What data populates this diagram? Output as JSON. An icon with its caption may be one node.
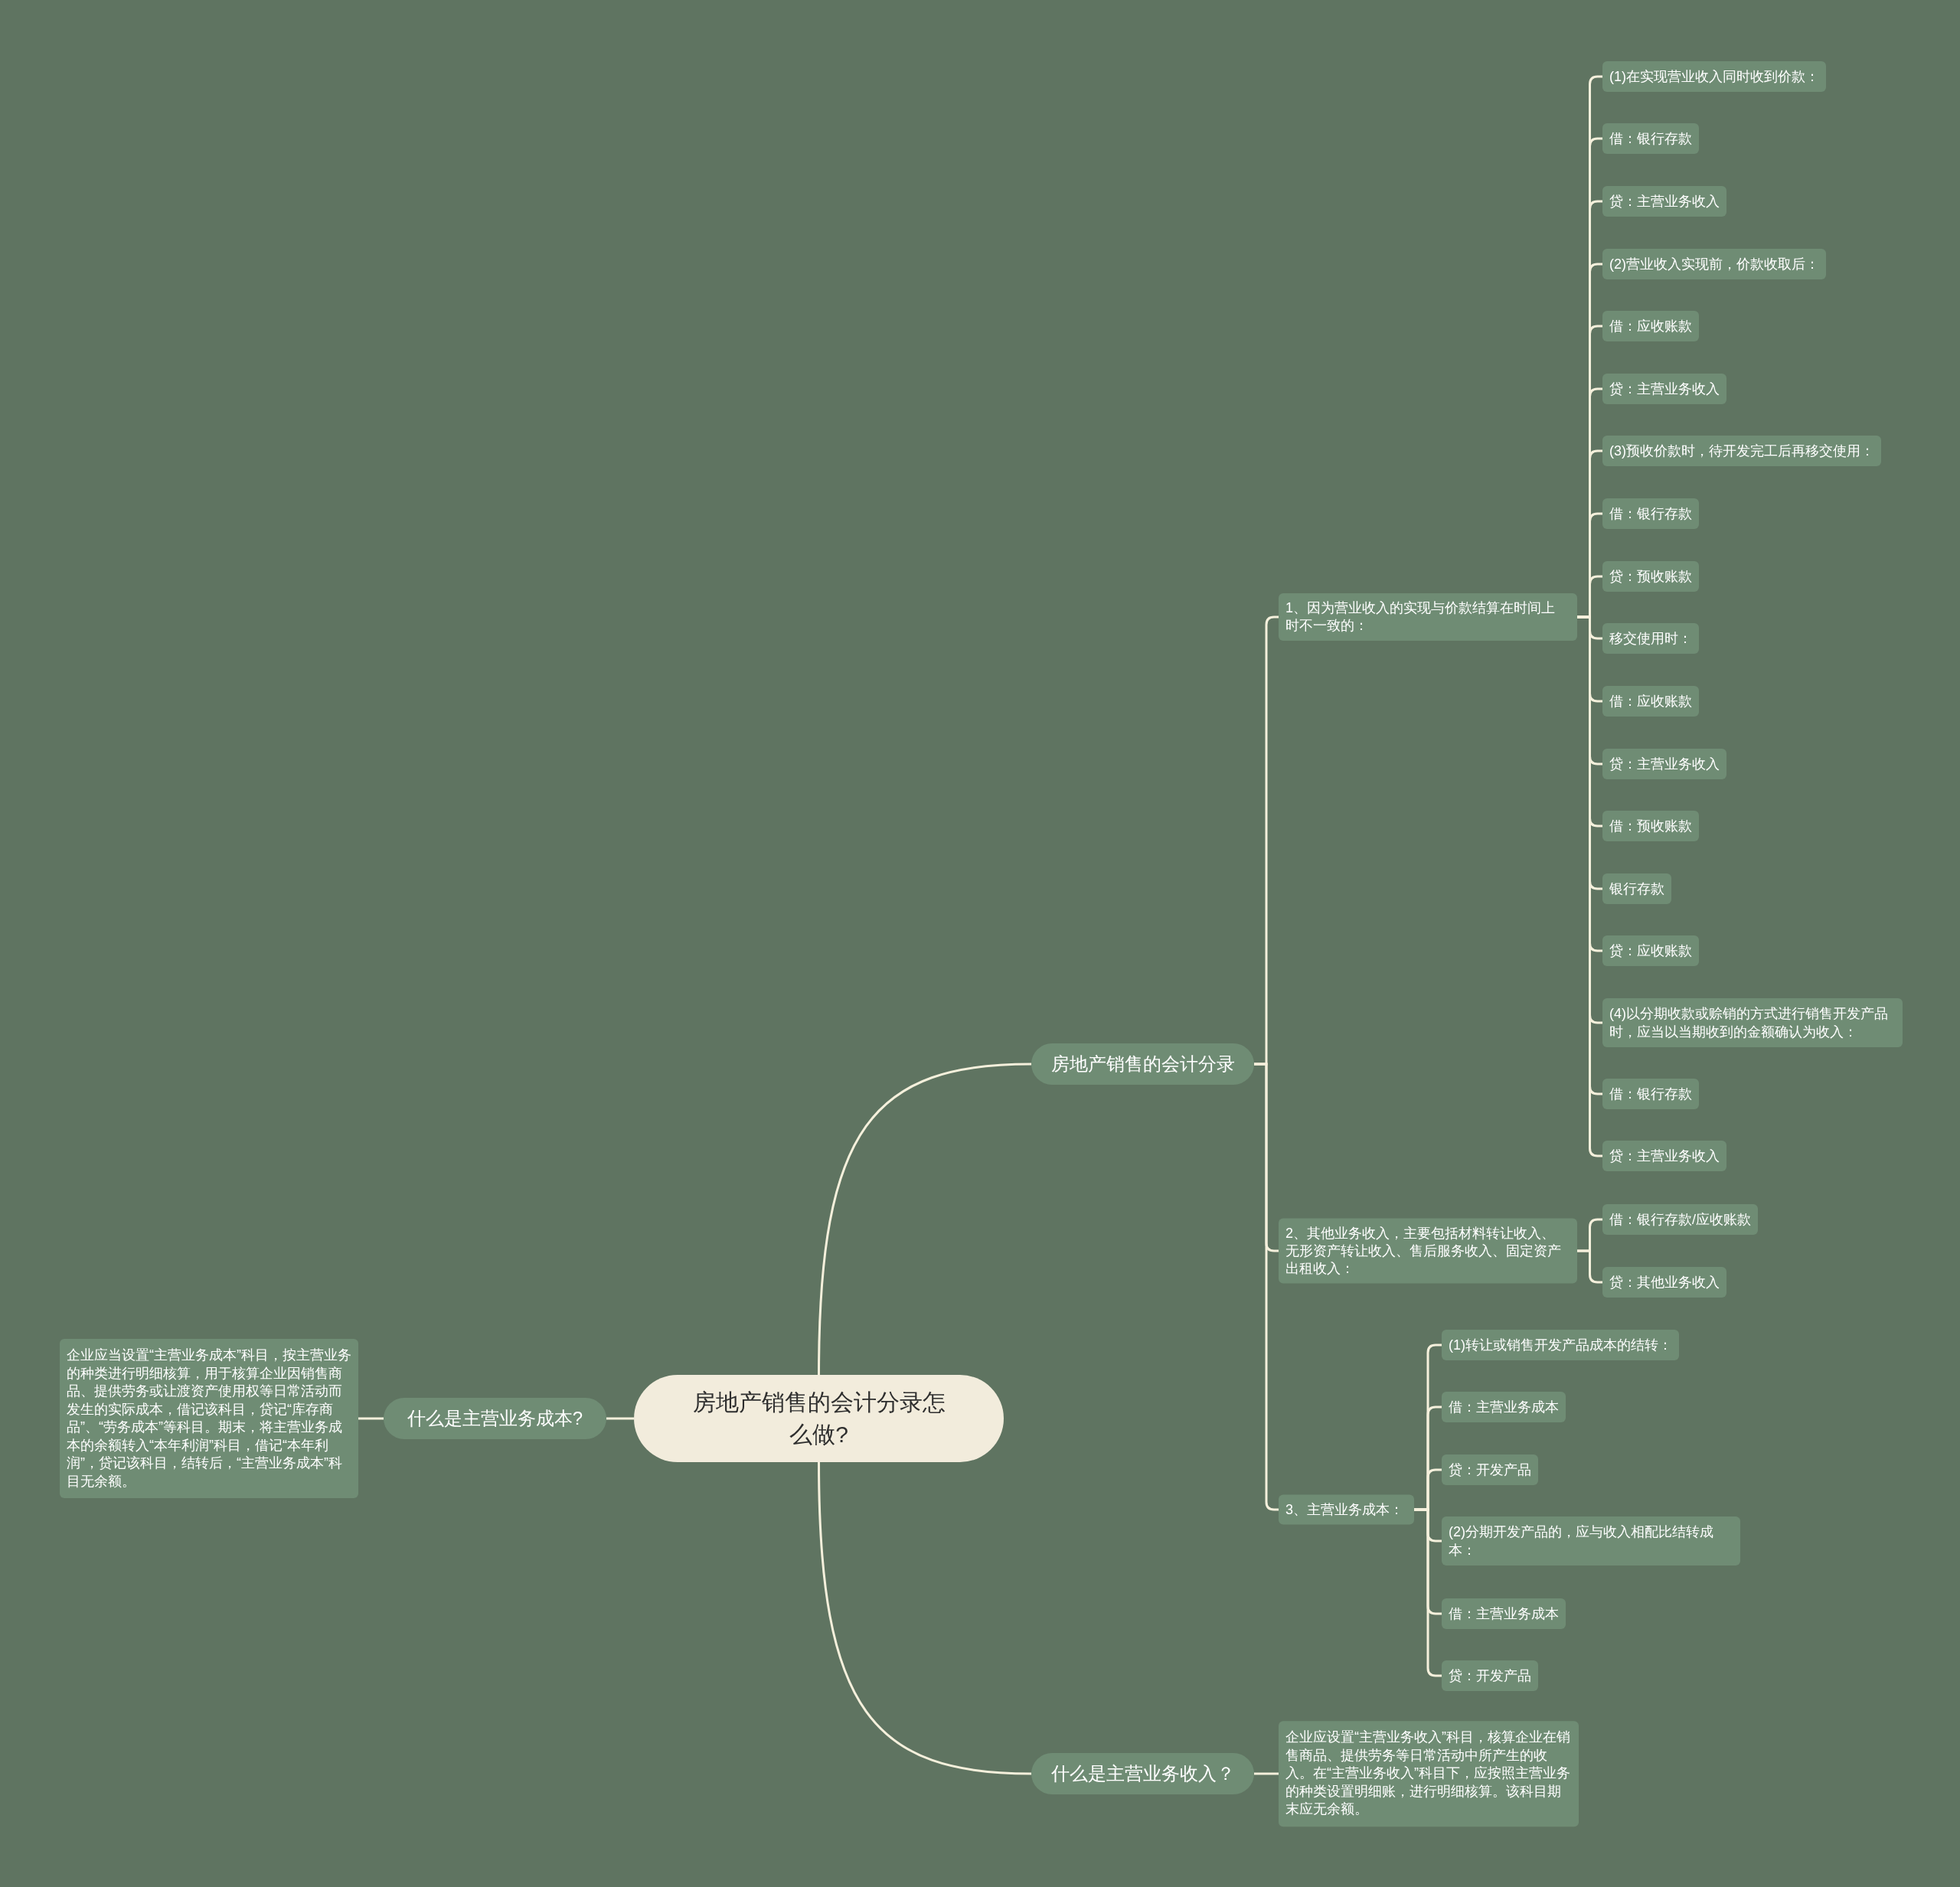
{
  "diagram": {
    "nodes": [
      {
        "text": [
          "房地产销售的会计分录怎么做?"
        ]
      },
      {
        "text": [
          "房地产销售的会计分录"
        ]
      },
      {
        "text": [
          "1、因为营业收入的实现与价款结算在时间上时不一致的："
        ]
      },
      {
        "text": [
          "(1)在实现营业收入同时收到价款："
        ]
      },
      {
        "text": [
          "借：银行存款"
        ]
      },
      {
        "text": [
          "贷：主营业务收入"
        ]
      },
      {
        "text": [
          "(2)营业收入实现前，价款收取后："
        ]
      },
      {
        "text": [
          "借：应收账款"
        ]
      },
      {
        "text": [
          "贷：主营业务收入"
        ]
      },
      {
        "text": [
          "(3)预收价款时，待开发完工后再移交使用："
        ]
      },
      {
        "text": [
          "借：银行存款"
        ]
      },
      {
        "text": [
          "贷：预收账款"
        ]
      },
      {
        "text": [
          "移交使用时："
        ]
      },
      {
        "text": [
          "借：应收账款"
        ]
      },
      {
        "text": [
          "贷：主营业务收入"
        ]
      },
      {
        "text": [
          "借：预收账款"
        ]
      },
      {
        "text": [
          "银行存款"
        ]
      },
      {
        "text": [
          "贷：应收账款"
        ]
      },
      {
        "text": [
          "(4)以分期收款或赊销的方式进行销售开发产品时，应当以当期收到的金额确认为收入："
        ]
      },
      {
        "text": [
          "借：银行存款"
        ]
      },
      {
        "text": [
          "贷：主营业务收入"
        ]
      },
      {
        "text": [
          "2、其他业务收入，主要包括材料转让收入、无形资产转让收入、售后服务收入、固定资产出租收入："
        ]
      },
      {
        "text": [
          "借：银行存款/应收账款"
        ]
      },
      {
        "text": [
          "贷：其他业务收入"
        ]
      },
      {
        "text": [
          "3、主营业务成本："
        ]
      },
      {
        "text": [
          "(1)转让或销售开发产品成本的结转："
        ]
      },
      {
        "text": [
          "借：主营业务成本"
        ]
      },
      {
        "text": [
          "贷：开发产品"
        ]
      },
      {
        "text": [
          "(2)分期开发产品的，应与收入相配比结转成本："
        ]
      },
      {
        "text": [
          "借：主营业务成本"
        ]
      },
      {
        "text": [
          "贷：开发产品"
        ]
      },
      {
        "text": [
          "什么是主营业务收入？"
        ]
      },
      {
        "text": [
          "企业应设置“主营业务收入”科目，核算企业在销售商品、提供劳务等日常活动中所产生的收入。在“主营业务收入”科目下，应按照主营业务的种类设置明细账，进行明细核算。该科目期末应无余额。"
        ]
      },
      {
        "text": [
          "什么是主营业务成本?"
        ]
      },
      {
        "text": [
          "企业应当设置“主营业务成本”科目，按主营业务的种类进行明细核算，用于核算企业因销售商品、提供劳务或让渡资产使用权等日常活动而发生的实际成本，借记该科目，贷记“库存商品”、“劳务成本”等科目。期末，将主营业务成本的余额转入“本年利润”科目，借记“本年利润”，贷记该科目，结转后，“主营业务成本”科目无余额。"
        ]
      }
    ],
    "edges": [
      {
        "from": 0,
        "to": 1,
        "arrow": "none"
      },
      {
        "from": 1,
        "to": 2,
        "arrow": "none"
      },
      {
        "from": 2,
        "to": 3,
        "arrow": "none"
      },
      {
        "from": 2,
        "to": 4,
        "arrow": "none"
      },
      {
        "from": 2,
        "to": 5,
        "arrow": "none"
      },
      {
        "from": 2,
        "to": 6,
        "arrow": "none"
      },
      {
        "from": 2,
        "to": 7,
        "arrow": "none"
      },
      {
        "from": 2,
        "to": 8,
        "arrow": "none"
      },
      {
        "from": 2,
        "to": 9,
        "arrow": "none"
      },
      {
        "from": 2,
        "to": 10,
        "arrow": "none"
      },
      {
        "from": 2,
        "to": 11,
        "arrow": "none"
      },
      {
        "from": 2,
        "to": 12,
        "arrow": "none"
      },
      {
        "from": 2,
        "to": 13,
        "arrow": "none"
      },
      {
        "from": 2,
        "to": 14,
        "arrow": "none"
      },
      {
        "from": 2,
        "to": 15,
        "arrow": "none"
      },
      {
        "from": 2,
        "to": 16,
        "arrow": "none"
      },
      {
        "from": 2,
        "to": 17,
        "arrow": "none"
      },
      {
        "from": 2,
        "to": 18,
        "arrow": "none"
      },
      {
        "from": 2,
        "to": 19,
        "arrow": "none"
      },
      {
        "from": 2,
        "to": 20,
        "arrow": "none"
      },
      {
        "from": 1,
        "to": 21,
        "arrow": "none"
      },
      {
        "from": 21,
        "to": 22,
        "arrow": "none"
      },
      {
        "from": 21,
        "to": 23,
        "arrow": "none"
      },
      {
        "from": 1,
        "to": 24,
        "arrow": "none"
      },
      {
        "from": 24,
        "to": 25,
        "arrow": "none"
      },
      {
        "from": 24,
        "to": 26,
        "arrow": "none"
      },
      {
        "from": 24,
        "to": 27,
        "arrow": "none"
      },
      {
        "from": 24,
        "to": 28,
        "arrow": "none"
      },
      {
        "from": 24,
        "to": 29,
        "arrow": "none"
      },
      {
        "from": 24,
        "to": 30,
        "arrow": "none"
      },
      {
        "from": 0,
        "to": 31,
        "arrow": "none"
      },
      {
        "from": 31,
        "to": 32,
        "arrow": "none"
      },
      {
        "from": 0,
        "to": 33,
        "arrow": "none"
      },
      {
        "from": 33,
        "to": 34,
        "arrow": "none"
      }
    ]
  }
}
